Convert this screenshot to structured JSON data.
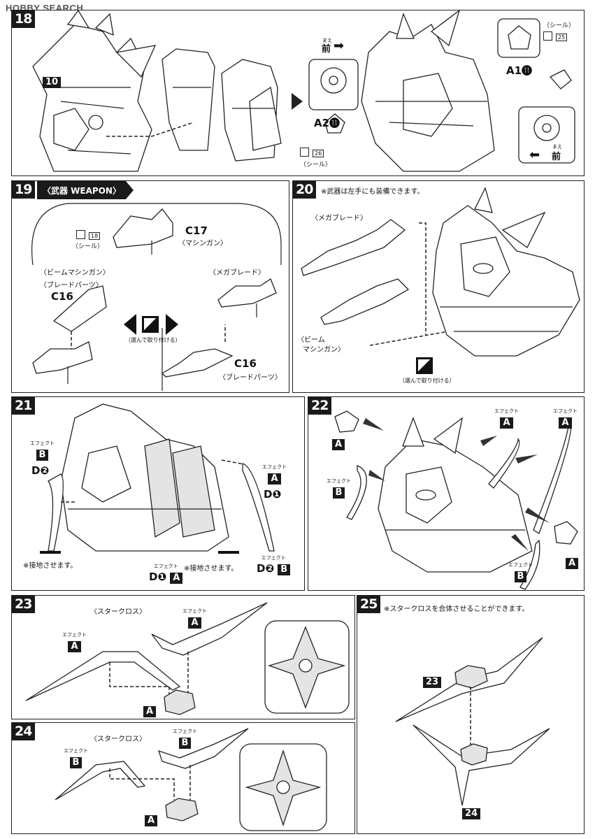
{
  "watermark": "HOBBY SEARCH",
  "steps": {
    "s18": {
      "num": "18",
      "part10": "10",
      "arrow_front_top": "前",
      "arrow_front_top_ruby": "まえ",
      "arrow_front_bottom": "前",
      "arrow_front_bottom_ruby": "まえ",
      "part_a2": "A2",
      "part_a2_num": "⓫",
      "part_a1": "A1",
      "part_a1_num": "⓫",
      "seal_label_left": "（シール）",
      "seal_num_left": "26",
      "seal_label_right": "（シール）",
      "seal_num_right": "25"
    },
    "s19": {
      "num": "19",
      "tab_label": "〈武器 WEAPON〉",
      "c17": "C17",
      "c17_sub": "〈マシンガン〉",
      "seal_label": "（シール）",
      "seal_num": "18",
      "beam_mg": "〈ビームマシンガン〉",
      "blade_parts_top": "〈ブレードパーツ〉",
      "c16_left": "C16",
      "mega_blade": "〈メガブレード〉",
      "choose": "（選んで取り付ける）",
      "c16_right": "C16",
      "blade_parts_bottom": "〈ブレードパーツ〉"
    },
    "s20": {
      "num": "20",
      "note": "※武器は左手にも装備できます。",
      "mega_blade": "〈メガブレード〉",
      "beam_mg_1": "〈ビーム",
      "beam_mg_2": "マシンガン〉",
      "choose": "（選んで取り付ける）"
    },
    "s21": {
      "num": "21",
      "effect_ruby": "エフェクト",
      "b": "B",
      "d2": "D❷",
      "a": "A",
      "d1": "D❶",
      "ground_left": "※接地させます。",
      "ground_right": "※接地させます。",
      "bottom_d1": "D❶",
      "bottom_a": "A",
      "bottom_d2": "D❷",
      "bottom_b": "B"
    },
    "s22": {
      "num": "22",
      "effect_ruby": "エフェクト",
      "a": "A",
      "b": "B"
    },
    "s23": {
      "num": "23",
      "title": "〈スタークロス〉",
      "effect_ruby": "エフェクト",
      "a": "A"
    },
    "s24": {
      "num": "24",
      "title": "〈スタークロス〉",
      "effect_ruby": "エフェクト",
      "b": "B",
      "a": "A"
    },
    "s25": {
      "num": "25",
      "note": "※スタークロスを合体させることができます。",
      "label23": "23",
      "label24": "24"
    }
  }
}
